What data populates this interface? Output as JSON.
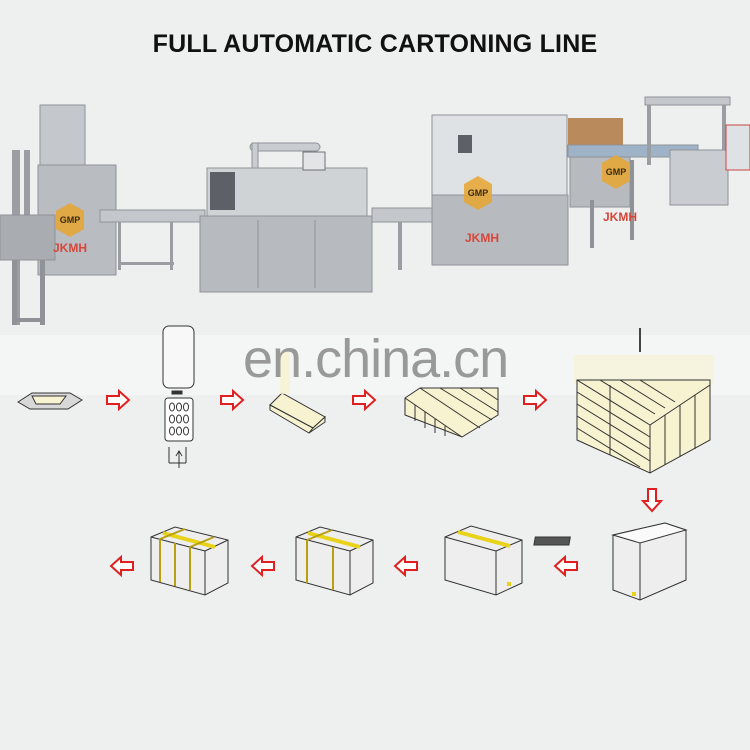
{
  "title": "FULL AUTOMATIC CARTONING LINE",
  "watermark": "en.china.cn",
  "machine_brand": "JKMH",
  "logo_mark": "GMP",
  "colors": {
    "background": "#eeefef",
    "machine_steel": "#b9bcc0",
    "flow_arrow": "#e02020",
    "tape": "#e8d21a",
    "product_fill": "#f7f2d0",
    "logo": "#e8a630"
  },
  "process_steps": [
    "pillow-pack",
    "blister-and-leaflet",
    "carton",
    "carton-bundle",
    "stacked-bundles",
    "open-case",
    "sealed-case",
    "single-strapped-case",
    "double-strapped-case"
  ]
}
